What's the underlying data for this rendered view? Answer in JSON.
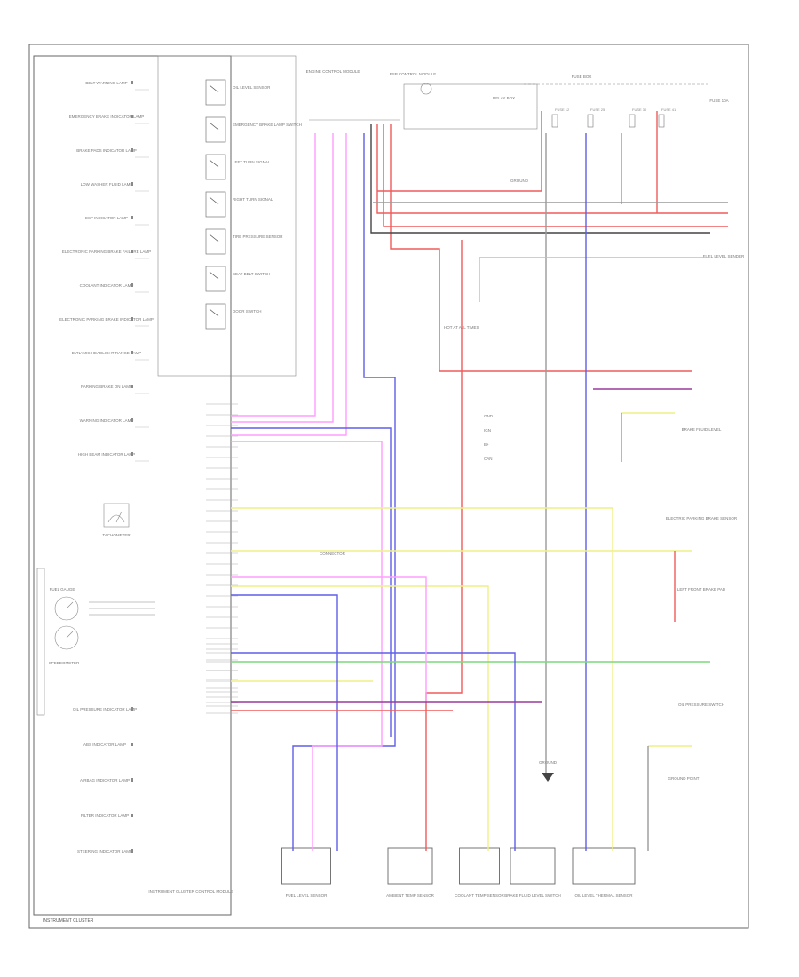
{
  "colors": {
    "red": "#f05a5a",
    "pink": "#ff9dff",
    "blue": "#5e5ee8",
    "yellow": "#efef86",
    "green": "#7cd97c",
    "orange": "#f8b262",
    "black": "#444444",
    "gray": "#9a9a9a",
    "purple": "#9a3a9a"
  },
  "left_panel": {
    "indicators": [
      {
        "label": "BELT WARNING LAMP"
      },
      {
        "label": "EMERGENCY BRAKE INDICATOR LAMP"
      },
      {
        "label": "BRAKE PADS INDICATOR LAMP"
      },
      {
        "label": "LOW WASHER FLUID LAMP"
      },
      {
        "label": "ESP INDICATOR LAMP"
      },
      {
        "label": "ELECTRONIC PARKING BRAKE FAILURE LAMP"
      },
      {
        "label": "COOLANT INDICATOR LAMP"
      },
      {
        "label": "ELECTRONIC PARKING BRAKE INDICATOR LAMP"
      },
      {
        "label": "DYNAMIC HEADLIGHT RANGE LAMP"
      },
      {
        "label": "PARKING BRAKE ON LAMP"
      },
      {
        "label": "WARNING INDICATOR LAMP"
      },
      {
        "label": "HIGH BEAM INDICATOR LAMP"
      }
    ],
    "lower_indicators": [
      {
        "label": "OIL PRESSURE INDICATOR LAMP"
      },
      {
        "label": "ABS INDICATOR LAMP"
      },
      {
        "label": "AIRBAG INDICATOR LAMP"
      },
      {
        "label": "FILTER INDICATOR LAMP"
      },
      {
        "label": "STEERING INDICATOR LAMP"
      }
    ],
    "tachometer": "TACHOMETER",
    "fuel_gauge": "FUEL GAUGE",
    "speedo": "SPEEDOMETER",
    "module_label": "INSTRUMENT CLUSTER CONTROL MODULE",
    "footer_label": "INSTRUMENT CLUSTER"
  },
  "switches": [
    {
      "label": "OIL LEVEL SENSOR"
    },
    {
      "label": "EMERGENCY BRAKE LAMP SWITCH"
    },
    {
      "label": "LEFT TURN SIGNAL"
    },
    {
      "label": "RIGHT TURN SIGNAL"
    },
    {
      "label": "TIRE PRESSURE SENSOR"
    },
    {
      "label": "SEAT BELT SWITCH"
    },
    {
      "label": "DOOR SWITCH"
    }
  ],
  "top": {
    "module_a": "ENGINE CONTROL MODULE",
    "module_b": "ESP CONTROL MODULE",
    "fuse_box": "FUSE BOX",
    "relay_box": "RELAY BOX",
    "fuse_labels": [
      "FUSE 12",
      "FUSE 25",
      "FUSE 30",
      "FUSE 41"
    ],
    "right_fuse": "FUSE 10A",
    "fuel_level_sender": "FUEL LEVEL SENDER",
    "ground": "GROUND"
  },
  "middle": {
    "legend": [
      "GND",
      "IGN",
      "B+",
      "CAN"
    ],
    "hot_label": "HOT AT ALL TIMES",
    "connector": "CONNECTOR"
  },
  "right_side": {
    "sensors": [
      {
        "label": "BRAKE FLUID LEVEL"
      },
      {
        "label": "ELECTRIC PARKING BRAKE SENSOR"
      },
      {
        "label": "LEFT FRONT BRAKE PAD"
      },
      {
        "label": "OIL PRESSURE SWITCH"
      },
      {
        "label": "GROUND POINT"
      }
    ]
  },
  "bottom": {
    "components": [
      {
        "label": "FUEL LEVEL SENSOR"
      },
      {
        "label": "AMBIENT TEMP SENSOR"
      },
      {
        "label": "COOLANT TEMP SENSOR"
      },
      {
        "label": "BRAKE FLUID LEVEL SWITCH"
      },
      {
        "label": "OIL LEVEL THERMAL SENSOR"
      }
    ],
    "ground": "GROUND"
  }
}
